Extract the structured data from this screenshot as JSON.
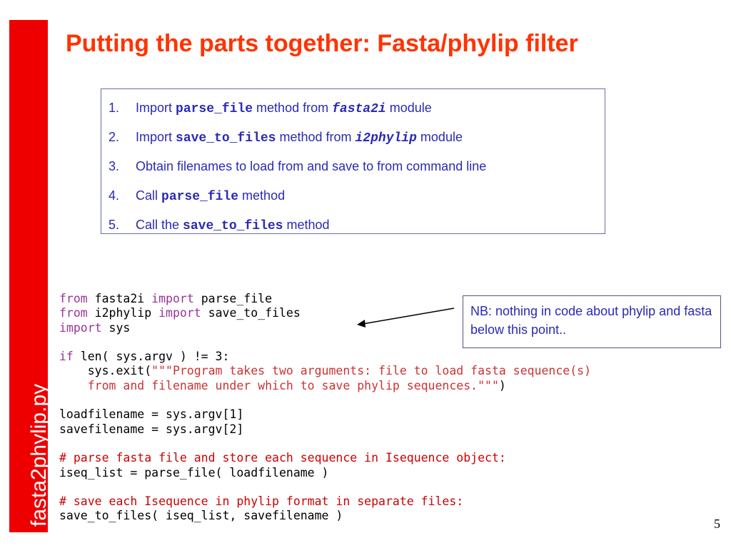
{
  "sidebar": {
    "label": "fasta2phylip.py",
    "color": "#ee0000"
  },
  "title": "Putting the parts together: Fasta/phylip filter",
  "steps": [
    {
      "num": "1.",
      "parts": [
        {
          "text": "Import ",
          "style": "normal"
        },
        {
          "text": "parse_file",
          "style": "code"
        },
        {
          "text": " method from ",
          "style": "normal"
        },
        {
          "text": "fasta2i",
          "style": "code-italic"
        },
        {
          "text": " module",
          "style": "normal"
        }
      ]
    },
    {
      "num": "2.",
      "parts": [
        {
          "text": "Import ",
          "style": "normal"
        },
        {
          "text": "save_to_files",
          "style": "code"
        },
        {
          "text": " method from ",
          "style": "normal"
        },
        {
          "text": "i2phylip",
          "style": "code-italic"
        },
        {
          "text": " module",
          "style": "normal"
        }
      ]
    },
    {
      "num": "3.",
      "parts": [
        {
          "text": "Obtain filenames to load from and save to from command line",
          "style": "normal"
        }
      ]
    },
    {
      "num": "4.",
      "parts": [
        {
          "text": "Call ",
          "style": "normal"
        },
        {
          "text": "parse_file",
          "style": "code"
        },
        {
          "text": " method",
          "style": "normal"
        }
      ]
    },
    {
      "num": "5.",
      "parts": [
        {
          "text": "Call the ",
          "style": "normal"
        },
        {
          "text": "save_to_files",
          "style": "code"
        },
        {
          "text": " method",
          "style": "normal"
        }
      ]
    }
  ],
  "code_lines": [
    [
      {
        "t": "from",
        "s": "kw"
      },
      {
        "t": " fasta2i ",
        "s": "plain"
      },
      {
        "t": "import",
        "s": "kw"
      },
      {
        "t": " parse_file",
        "s": "plain"
      }
    ],
    [
      {
        "t": "from",
        "s": "kw"
      },
      {
        "t": " i2phylip ",
        "s": "plain"
      },
      {
        "t": "import",
        "s": "kw"
      },
      {
        "t": " save_to_files",
        "s": "plain"
      }
    ],
    [
      {
        "t": "import",
        "s": "kw"
      },
      {
        "t": " sys",
        "s": "plain"
      }
    ],
    [],
    [
      {
        "t": "if",
        "s": "kw"
      },
      {
        "t": " len( sys.argv ) != 3:",
        "s": "plain"
      }
    ],
    [
      {
        "t": "    sys.exit(",
        "s": "plain"
      },
      {
        "t": "\"\"\"Program takes two arguments: file to load fasta sequence(s)",
        "s": "str"
      }
    ],
    [
      {
        "t": "    from and filename under which to save phylip sequences.\"\"\"",
        "s": "str"
      },
      {
        "t": ")",
        "s": "plain"
      }
    ],
    [],
    [
      {
        "t": "loadfilename = sys.argv[1]",
        "s": "plain"
      }
    ],
    [
      {
        "t": "savefilename = sys.argv[2]",
        "s": "plain"
      }
    ],
    [],
    [
      {
        "t": "# parse fasta file and store each sequence in Isequence object:",
        "s": "comment"
      }
    ],
    [
      {
        "t": "iseq_list = parse_file( loadfilename )",
        "s": "plain"
      }
    ],
    [],
    [
      {
        "t": "# save each Isequence in phylip format in separate files:",
        "s": "comment"
      }
    ],
    [
      {
        "t": "save_to_files( iseq_list, savefilename )",
        "s": "plain"
      }
    ]
  ],
  "note": "NB: nothing in code about phylip and fasta below this point..",
  "page_number": "5"
}
